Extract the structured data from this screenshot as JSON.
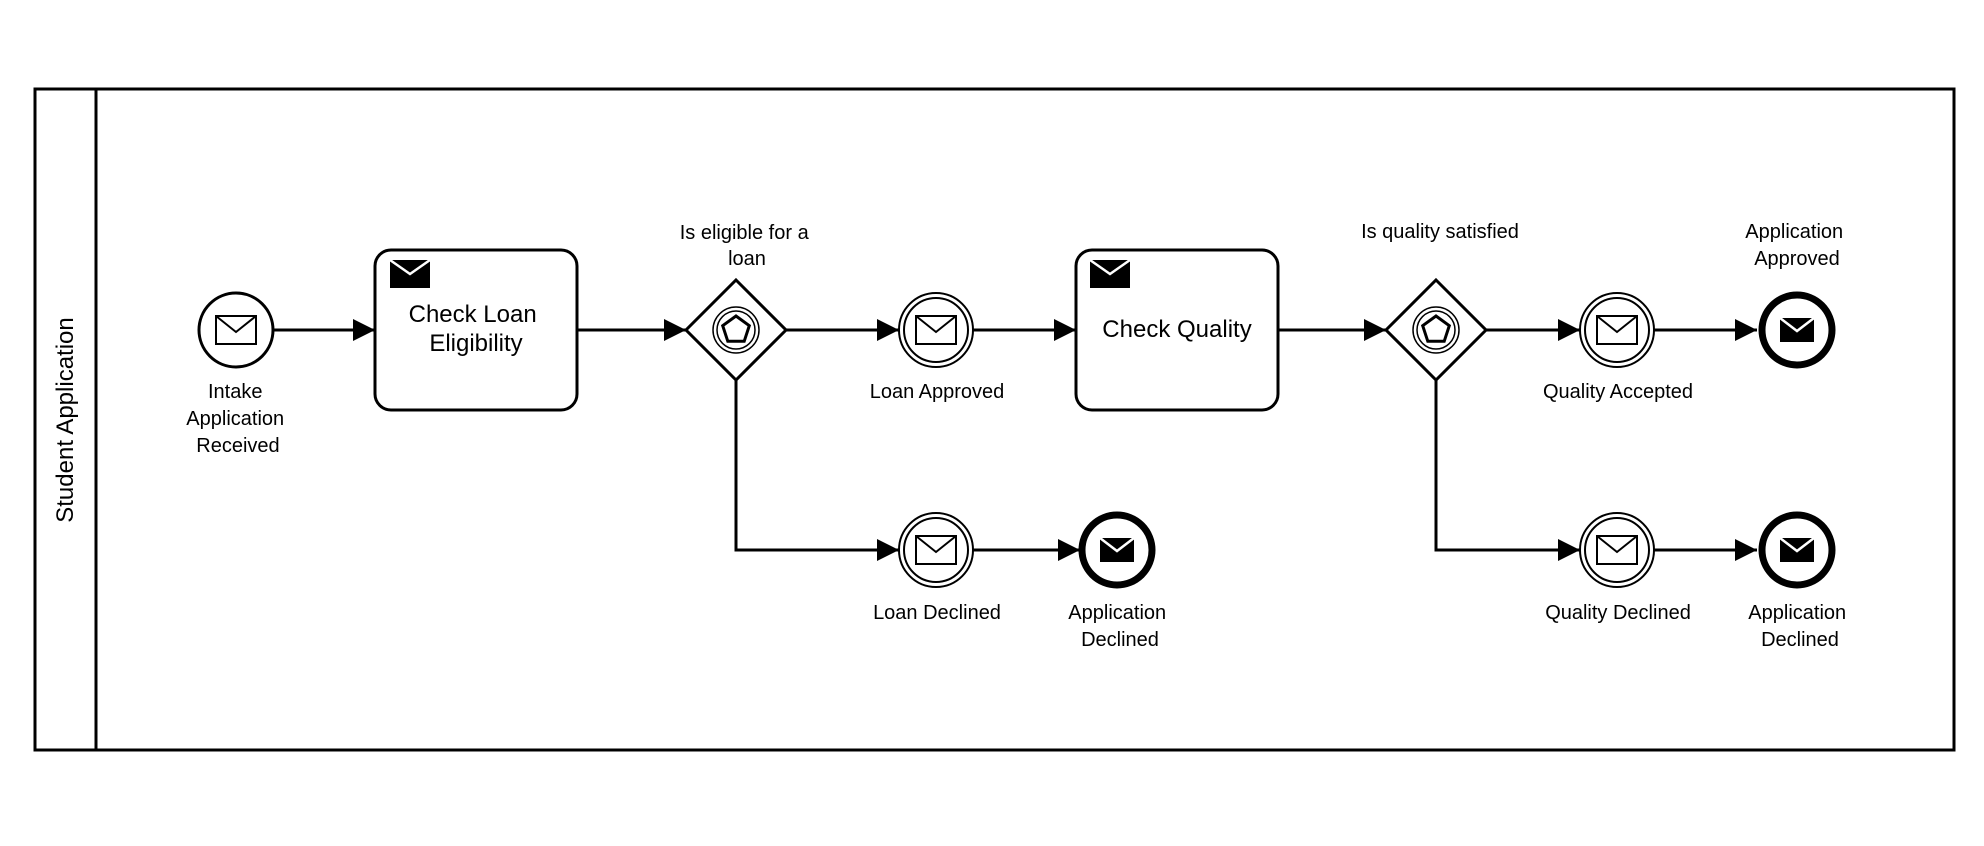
{
  "pool": {
    "name": "Student Application"
  },
  "events": {
    "intake": {
      "label_lines": [
        "Intake",
        "Application",
        "Received"
      ]
    },
    "loan_approved": {
      "label": "Loan Approved"
    },
    "loan_declined": {
      "label": "Loan Declined"
    },
    "quality_accepted": {
      "label": "Quality Accepted"
    },
    "quality_declined": {
      "label": "Quality Declined"
    },
    "end_app_declined_1": {
      "label_lines": [
        "Application",
        "Declined"
      ]
    },
    "end_app_approved": {
      "label_lines": [
        "Application",
        "Approved"
      ]
    },
    "end_app_declined_2": {
      "label_lines": [
        "Application",
        "Declined"
      ]
    }
  },
  "tasks": {
    "check_loan": {
      "label_lines": [
        "Check Loan",
        "Eligibility"
      ]
    },
    "check_quality": {
      "label": "Check Quality"
    }
  },
  "gateways": {
    "eligible": {
      "label_lines": [
        "Is eligible for a",
        "loan"
      ]
    },
    "quality": {
      "label": "Is quality satisfied"
    }
  }
}
